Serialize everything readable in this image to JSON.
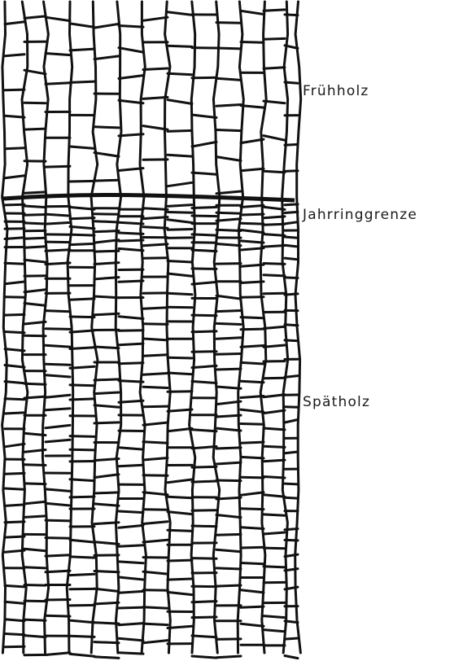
{
  "labels": {
    "earlywood": "Frühholz",
    "boundary": "Jahrringgrenze",
    "latewood": "Spätholz"
  },
  "colors": {
    "cell_wall": "#111111",
    "background": "#ffffff",
    "text": "#1a1a1a"
  }
}
